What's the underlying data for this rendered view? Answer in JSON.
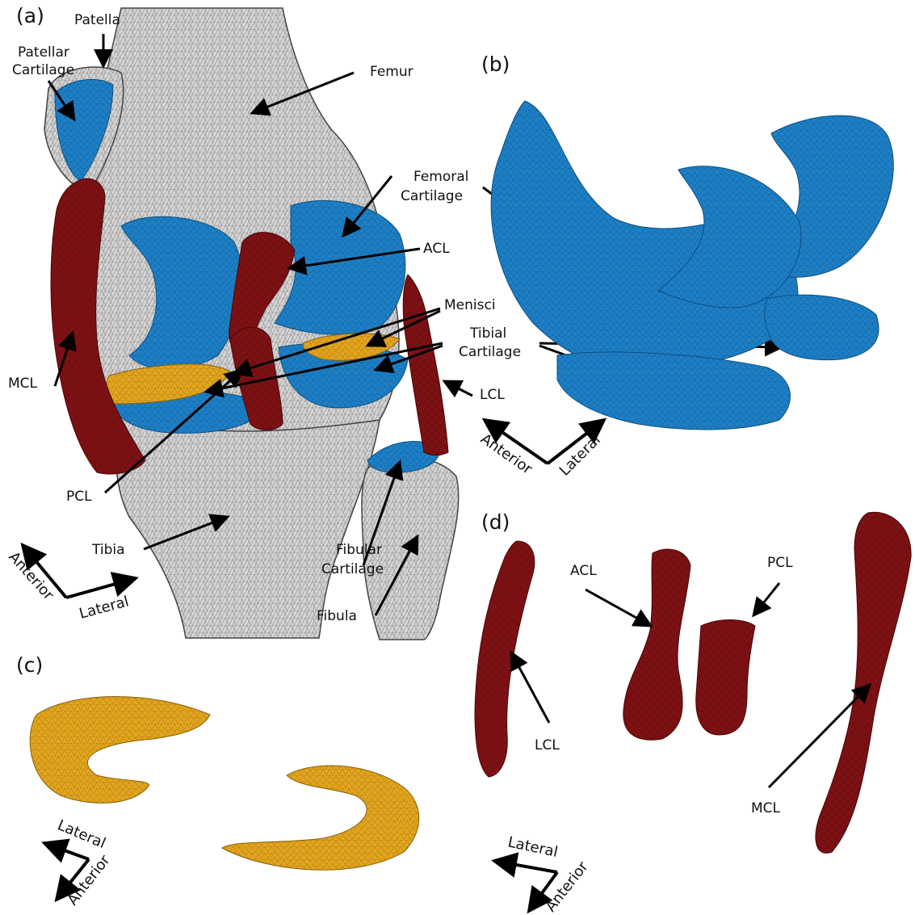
{
  "panels": {
    "a": "(a)",
    "b": "(b)",
    "c": "(c)",
    "d": "(d)"
  },
  "labels": {
    "patella": "Patella",
    "patellar_cartilage_1": "Patellar",
    "patellar_cartilage_2": "Cartilage",
    "femur": "Femur",
    "femoral_cartilage_1": "Femoral",
    "femoral_cartilage_2": "Cartilage",
    "acl": "ACL",
    "menisci": "Menisci",
    "tibial_cartilage_1": "Tibial",
    "tibial_cartilage_2": "Cartilage",
    "mcl": "MCL",
    "lcl": "LCL",
    "pcl": "PCL",
    "tibia": "Tibia",
    "fibular_cartilage_1": "Fibular",
    "fibular_cartilage_2": "Cartilage",
    "fibula": "Fibula"
  },
  "panel_d_labels": {
    "acl": "ACL",
    "pcl": "PCL",
    "lcl": "LCL",
    "mcl": "MCL"
  },
  "axes": {
    "anterior": "Anterior",
    "lateral": "Lateral"
  },
  "colors": {
    "bone": "#c8c8c8",
    "cartilage": "#1f7fc4",
    "ligament": "#7a0f12",
    "meniscus": "#e0a21b",
    "mesh_line": "#555555"
  }
}
